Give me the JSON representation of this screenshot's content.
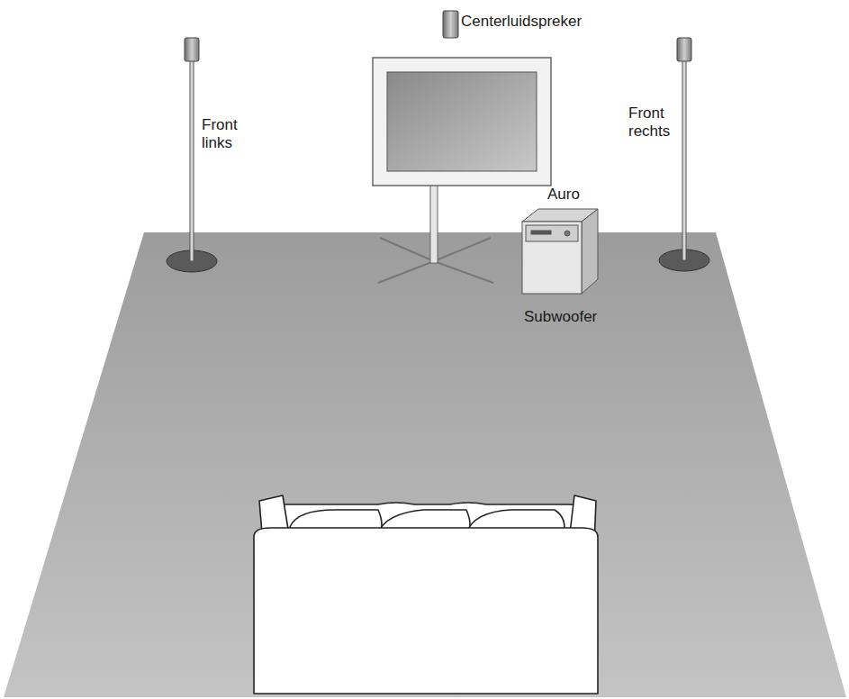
{
  "diagram": {
    "labels": [
      "Centerluidspreker",
      "Front links",
      "Front rechts",
      "Auro",
      "Subwoofer"
    ]
  }
}
